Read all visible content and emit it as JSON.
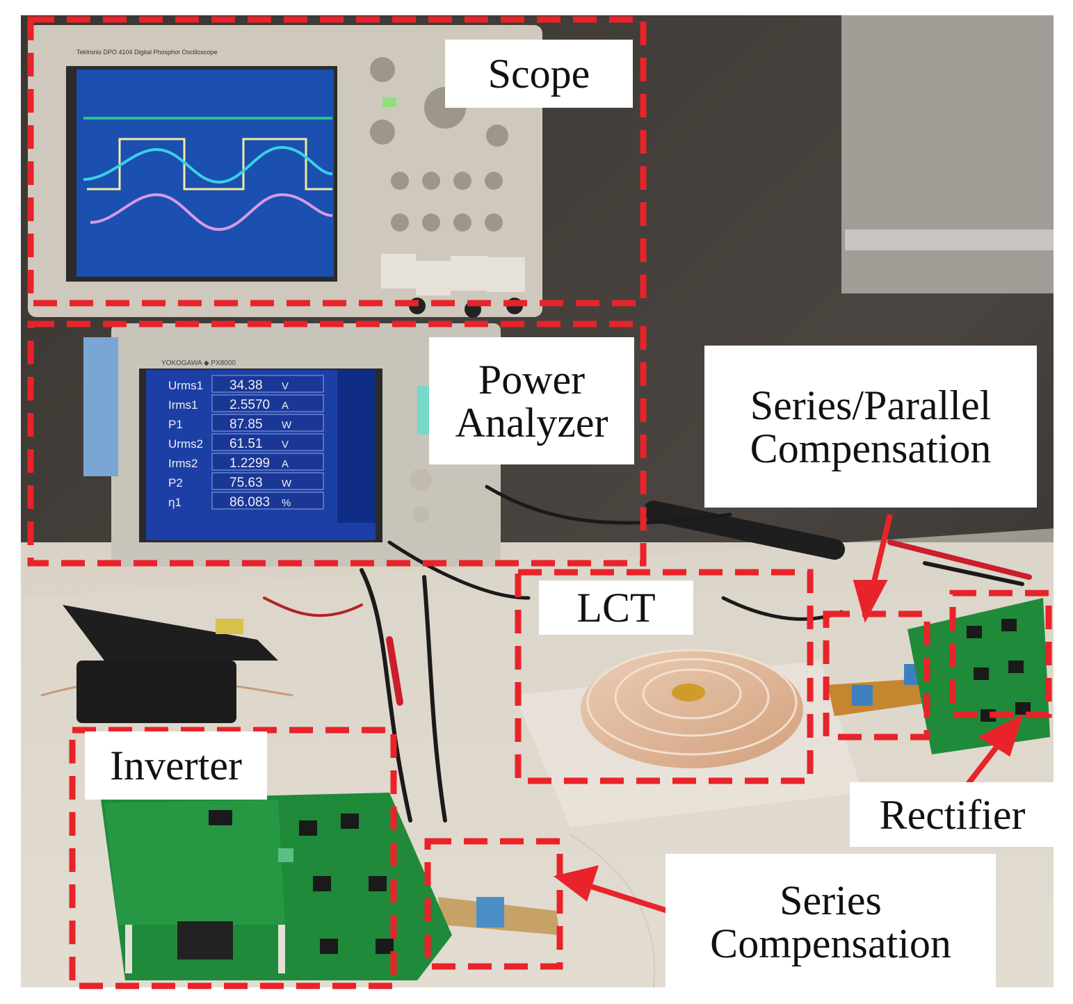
{
  "figure": {
    "labels": {
      "scope": "Scope",
      "power_analyzer": "Power\nAnalyzer",
      "series_parallel": "Series/Parallel\nCompensation",
      "lct": "LCT",
      "inverter": "Inverter",
      "rectifier": "Rectifier",
      "series": "Series\nCompensation"
    },
    "scope_brand": "Tektronix  DPO 4104  Digital Phosphor Oscilloscope",
    "analyzer_brand": "YOKOGAWA ◆ PX8000",
    "analyzer_readings": [
      {
        "name": "Urms1",
        "value": "34.38",
        "unit": "V"
      },
      {
        "name": "Irms1",
        "value": "2.5570",
        "unit": "A"
      },
      {
        "name": "P1",
        "value": "87.85",
        "unit": "W"
      },
      {
        "name": "Urms2",
        "value": "61.51",
        "unit": "V"
      },
      {
        "name": "Irms2",
        "value": "1.2299",
        "unit": "A"
      },
      {
        "name": "P2",
        "value": "75.63",
        "unit": "W"
      },
      {
        "name": "η1",
        "value": "86.083",
        "unit": "%"
      }
    ],
    "colors": {
      "annotation": "#e8232a",
      "scope_screen": "#1b4fb0",
      "analyzer_screen": "#1c3fa6",
      "pcb": "#1f8a3a",
      "trace_green": "#26c486",
      "trace_yellow": "#f3ec9a",
      "trace_cyan": "#3ad0e6",
      "trace_magenta": "#d79ae8"
    }
  }
}
